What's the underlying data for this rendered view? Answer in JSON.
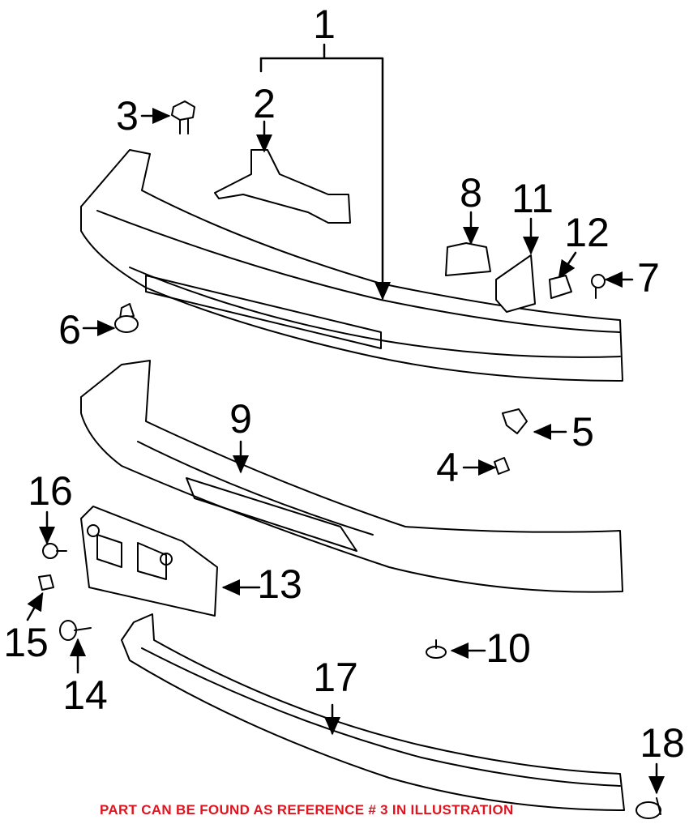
{
  "diagram": {
    "callouts": [
      "1",
      "2",
      "3",
      "4",
      "5",
      "6",
      "7",
      "8",
      "9",
      "10",
      "11",
      "12",
      "13",
      "14",
      "15",
      "16",
      "17",
      "18"
    ],
    "note": "PART CAN BE FOUND AS REFERENCE # 3 IN ILLUSTRATION",
    "note_color": "#e0141e"
  }
}
